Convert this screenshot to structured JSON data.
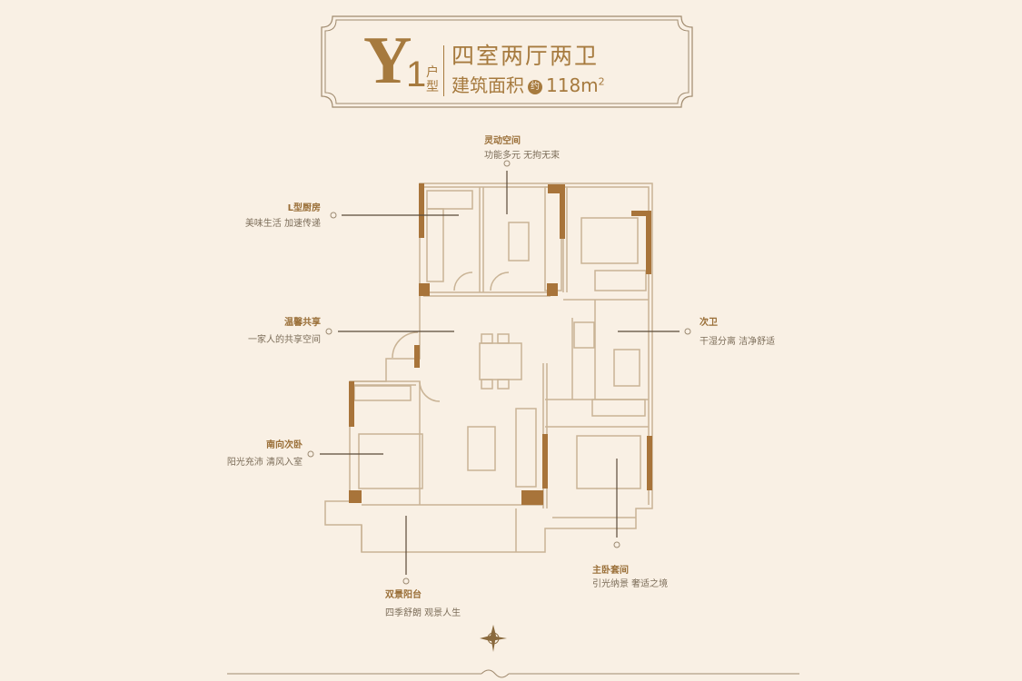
{
  "header": {
    "type_letter": "Y",
    "type_number": "1",
    "type_unit": "户型",
    "layout": "四室两厅两卫",
    "area_label": "建筑面积",
    "approx_badge": "约",
    "area_value": "118m",
    "area_unit_sup": "2"
  },
  "annotations": {
    "flex_space": {
      "title": "灵动空间",
      "desc": "功能多元 无拘无束"
    },
    "kitchen": {
      "title": "L型厨房",
      "desc": "美味生活 加速传递"
    },
    "living": {
      "title": "温馨共享",
      "desc": "一家人的共享空间"
    },
    "second_bath": {
      "title": "次卫",
      "desc": "干湿分离 洁净舒适"
    },
    "south_bedroom": {
      "title": "南向次卧",
      "desc": "阳光充沛 清风入室"
    },
    "master_suite": {
      "title": "主卧套间",
      "desc": "引光纳景 奢适之境"
    },
    "balcony": {
      "title": "双景阳台",
      "desc": "四季舒朗 观景人生"
    }
  },
  "colors": {
    "background": "#f9f0e4",
    "accent": "#a67a3e",
    "wall": "#a8743a",
    "line": "#c9b395"
  }
}
